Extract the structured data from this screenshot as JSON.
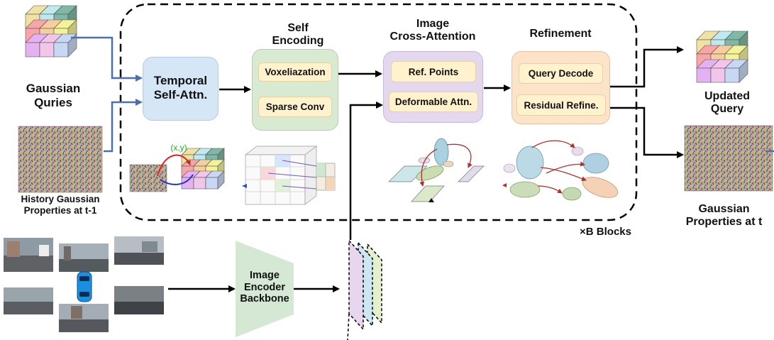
{
  "inputs": {
    "gaussian_queries": "Gaussian\nQuries",
    "history_properties": "History Gaussian\nProperties at t-1"
  },
  "blocks": {
    "temporal": "Temporal\nSelf-Attn.",
    "self_encoding_title": "Self\nEncoding",
    "voxelization": "Voxeliazation",
    "sparse_conv": "Sparse Conv",
    "cross_attention_title": "Image\nCross-Attention",
    "ref_points": "Ref. Points",
    "deformable_attn": "Deformable Attn.",
    "refinement_title": "Refinement",
    "query_decode": "Query Decode",
    "residual_refine": "Residual Refine.",
    "repeat_label": "×B Blocks",
    "coord_label": "(x,y)"
  },
  "outputs": {
    "updated_query": "Updated\nQuery",
    "properties_t": "Gaussian\nProperties at t"
  },
  "encoder": {
    "label": "Image\nEncoder\nBackbone"
  },
  "colors": {
    "temporal_fill": "#d5e6f7",
    "self_enc_fill": "#d9ead3",
    "self_enc_inner": "#fff2cc",
    "cross_fill": "#e4d8ee",
    "cross_inner": "#fff2cc",
    "refine_fill": "#fde3c8",
    "refine_inner": "#fff2cc",
    "encoder_fill": "#d5e8d4",
    "query_link": "#4a6fb5",
    "coord_green": "#22aa22"
  }
}
